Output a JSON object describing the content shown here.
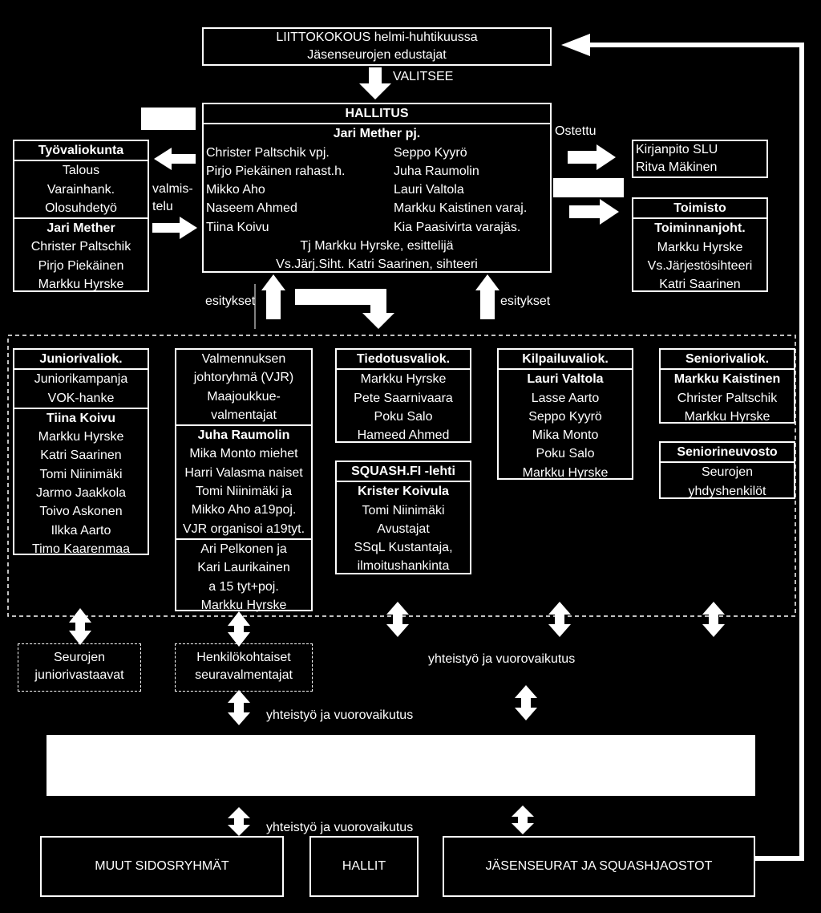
{
  "top": {
    "title": "LIITTOKOKOUS helmi-huhtikuussa",
    "subtitle": "Jäsenseurojen edustajat",
    "elects": "VALITSEE"
  },
  "hallitus": {
    "title": "HALLITUS",
    "chair": "Jari Mether pj.",
    "left": [
      "Christer Paltschik vpj.",
      "Pirjo Piekäinen rahast.h.",
      "Mikko Aho",
      "Naseem Ahmed",
      "Tiina Koivu"
    ],
    "right": [
      "Seppo Kyyrö",
      "Juha Raumolin",
      "Lauri Valtola",
      "Markku Kaistinen varaj.",
      "Kia Paasivirta varajäs."
    ],
    "footer": [
      "Tj Markku Hyrske, esittelijä",
      "Vs.Järj.Siht. Katri Saarinen, sihteeri"
    ]
  },
  "tyovaliokunta": {
    "title": "Työvaliokunta",
    "items": [
      "Talous",
      "Varainhank.",
      "Olosuhdetyö"
    ],
    "lead": "Jari Mether",
    "members": [
      "Christer Paltschik",
      "Pirjo Piekäinen",
      "Markku Hyrske"
    ]
  },
  "valmistelu": [
    "valmis-",
    "telu"
  ],
  "ostettu": "Ostettu",
  "kirjanpito": [
    "Kirjanpito SLU",
    "Ritva Mäkinen"
  ],
  "toimisto": {
    "title": "Toimisto",
    "lead": "Toiminnanjoht.",
    "members": [
      "Markku Hyrske",
      "Vs.Järjestösihteeri",
      "Katri Saarinen"
    ]
  },
  "esitykset": "esitykset",
  "juniori": {
    "title": "Juniorivaliok.",
    "items": [
      "Juniorikampanja",
      "VOK-hanke"
    ],
    "lead": "Tiina Koivu",
    "members": [
      "Markku Hyrske",
      "Katri Saarinen",
      "Tomi Niinimäki",
      "Jarmo Jaakkola",
      "Toivo Askonen",
      "Ilkka Aarto",
      "Timo Kaarenmaa"
    ]
  },
  "vjr": {
    "items": [
      "Valmennuksen",
      "johtoryhmä (VJR)",
      "Maajoukkue-",
      "valmentajat"
    ],
    "lead": "Juha Raumolin",
    "members": [
      "Mika Monto miehet",
      "Harri Valasma naiset",
      "Tomi Niinimäki ja",
      "Mikko Aho a19poj.",
      "VJR organisoi a19tyt.",
      "Ari Pelkonen ja",
      "Kari Laurikainen",
      "a 15 tyt+poj.",
      "Markku Hyrske"
    ]
  },
  "tiedotus": {
    "title": "Tiedotusvaliok.",
    "members": [
      "Markku Hyrske",
      "Pete Saarnivaara",
      "Poku Salo",
      "Hameed Ahmed"
    ]
  },
  "lehti": {
    "title": "SQUASH.FI -lehti",
    "lead": "Krister Koivula",
    "members": [
      "Tomi Niinimäki",
      "Avustajat",
      "SSqL Kustantaja,",
      "ilmoitushankinta"
    ]
  },
  "kilpailu": {
    "title": "Kilpailuvaliok.",
    "lead": "Lauri Valtola",
    "members": [
      "Lasse Aarto",
      "Seppo Kyyrö",
      "Mika Monto",
      "Poku Salo",
      "Markku Hyrske"
    ]
  },
  "senior": {
    "title": "Seniorivaliok.",
    "lead": "Markku Kaistinen",
    "members": [
      "Christer Paltschik",
      "Markku Hyrske"
    ]
  },
  "seniorineuvosto": {
    "title": "Seniorineuvosto",
    "members": [
      "Seurojen",
      "yhdyshenkilöt"
    ]
  },
  "seurojen_junior": [
    "Seurojen",
    "juniorivastaavat"
  ],
  "henkilokohtaiset": [
    "Henkilökohtaiset",
    "seuravalmentajat"
  ],
  "cooperation": "yhteistyö ja vuorovaikutus",
  "bottom": {
    "muut": "MUUT SIDOSRYHMÄT",
    "hallit": "HALLIT",
    "jasenseurat": "JÄSENSEURAT JA SQUASHJAOSTOT"
  }
}
